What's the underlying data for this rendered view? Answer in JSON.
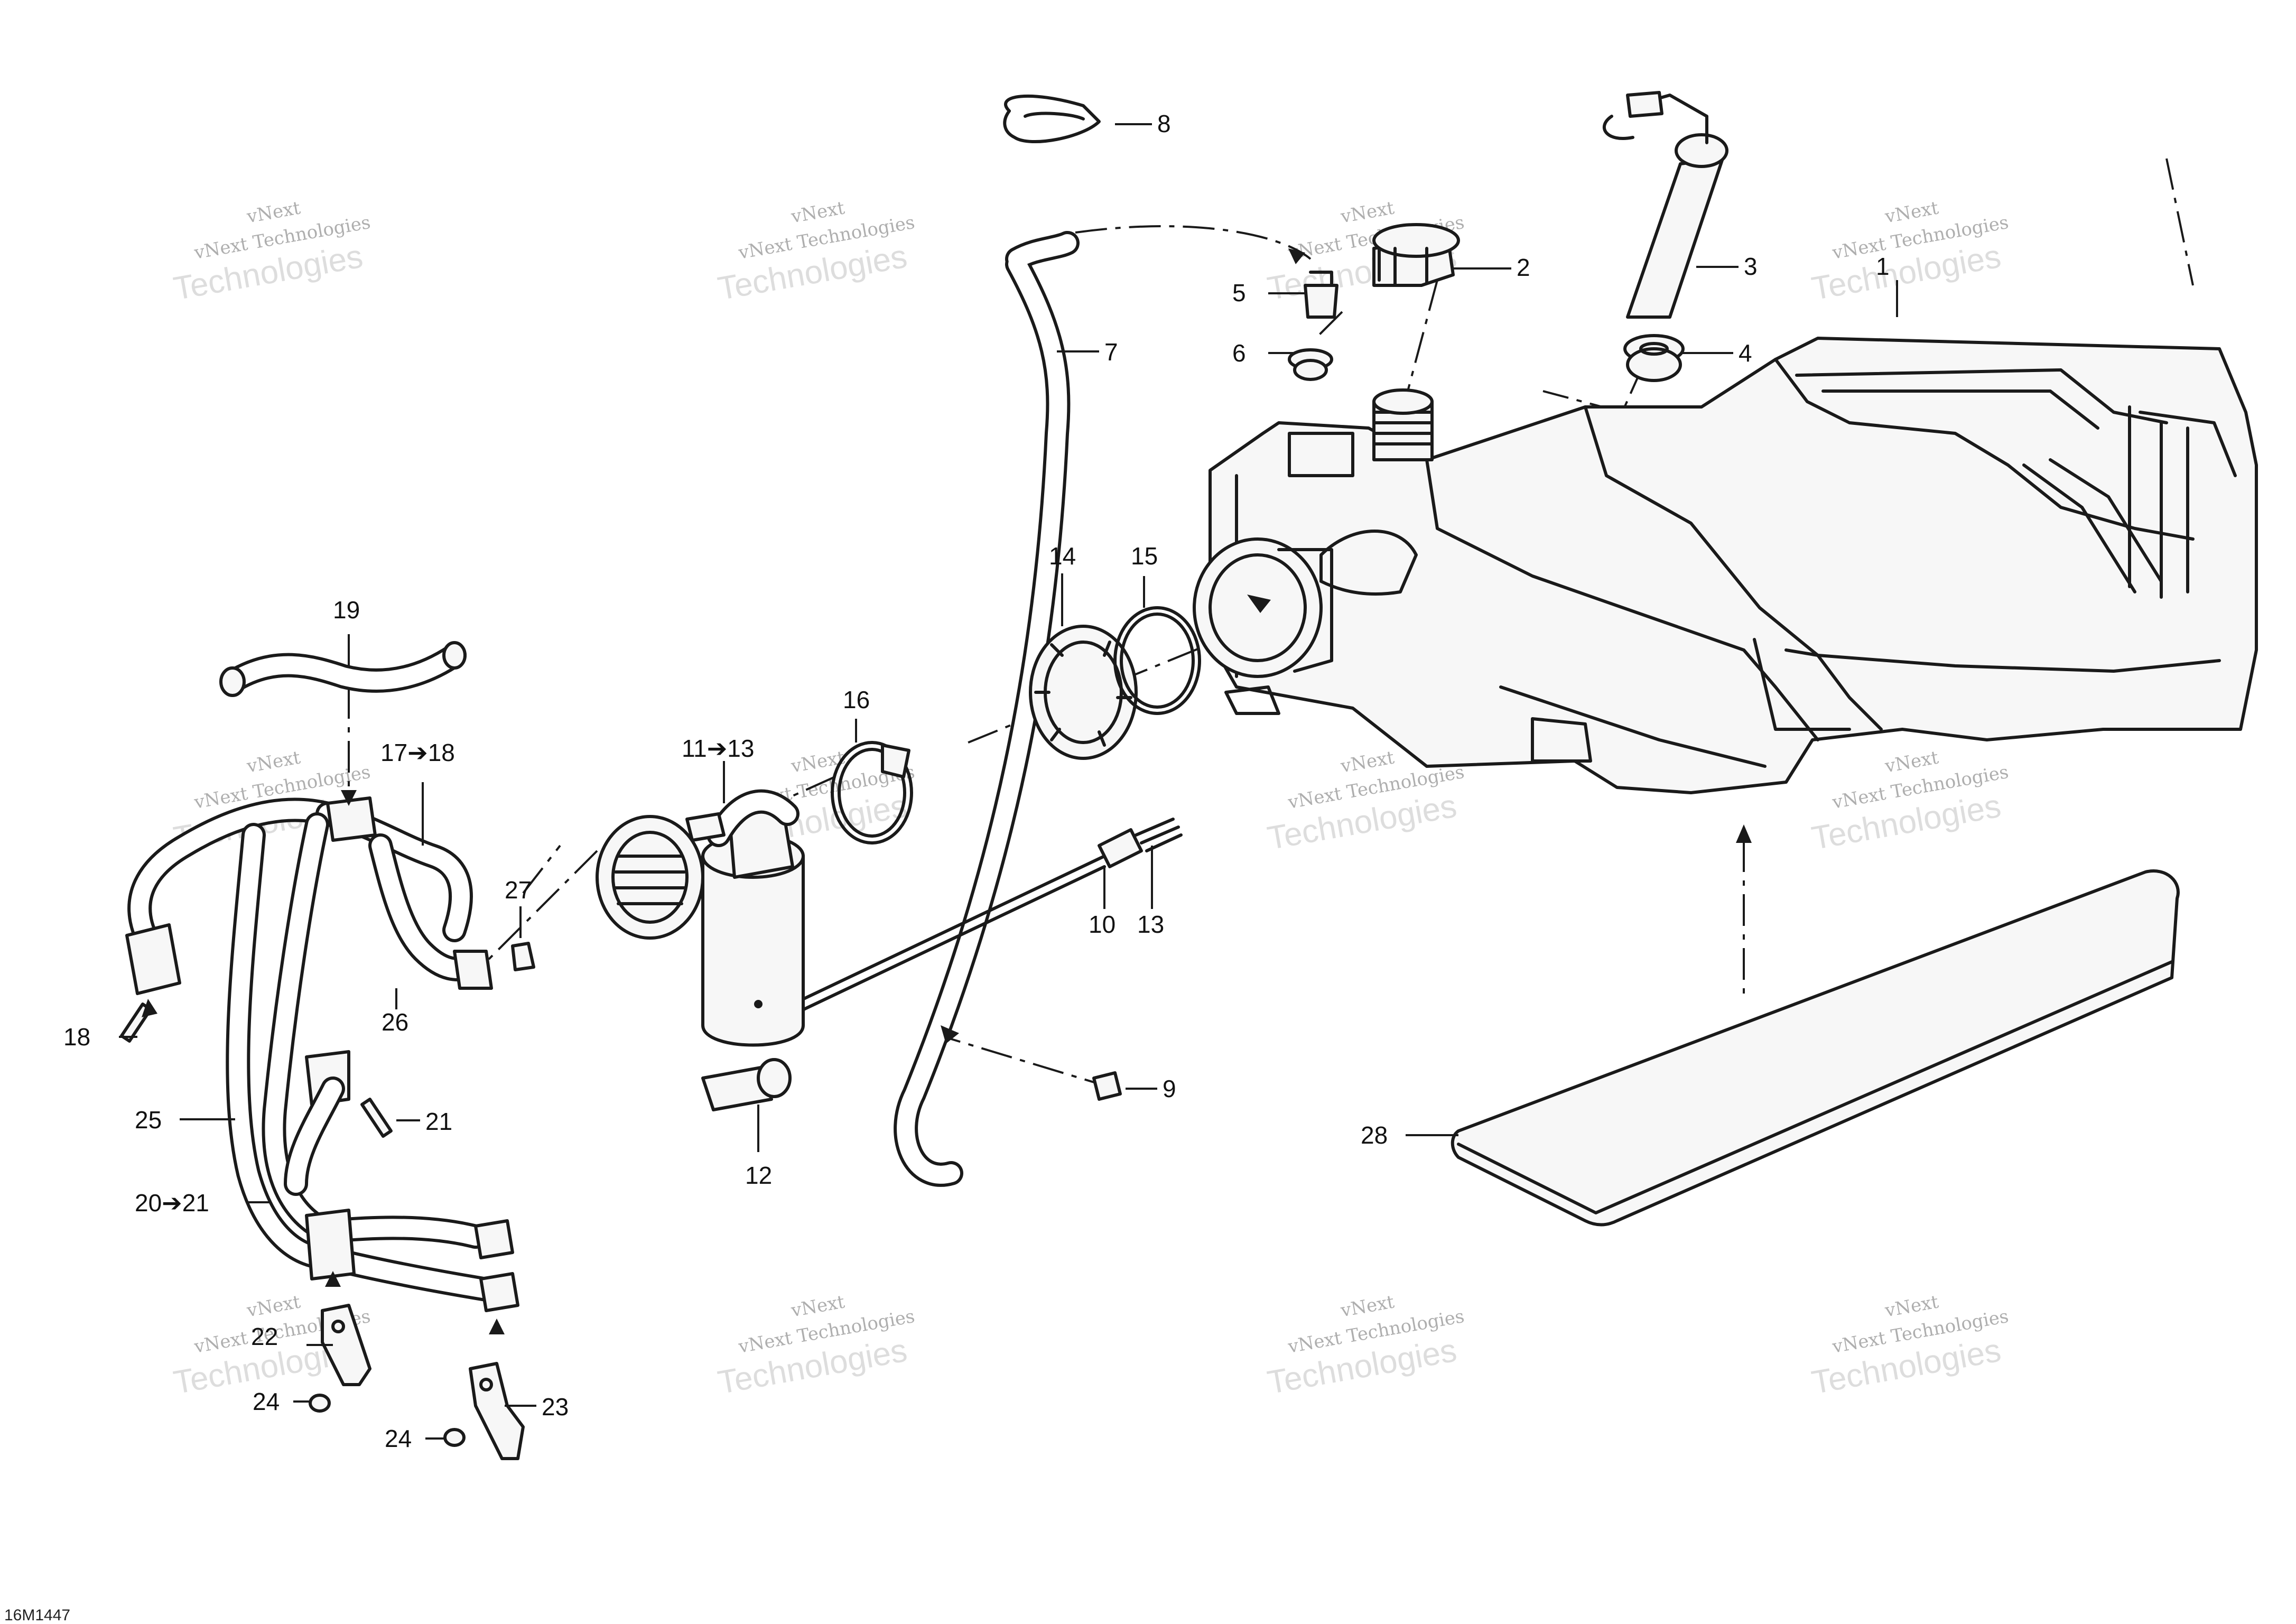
{
  "figure_ref": "16M1447",
  "watermark": {
    "line1": "vNext Technologies",
    "line2": "Technologies",
    "line3": "vNext"
  },
  "callouts": {
    "c1": "1",
    "c2": "2",
    "c3": "3",
    "c4": "4",
    "c5": "5",
    "c6": "6",
    "c7": "7",
    "c8": "8",
    "c9": "9",
    "c10": "10",
    "c11_13": "11➔13",
    "c12": "12",
    "c13": "13",
    "c14": "14",
    "c15": "15",
    "c16": "16",
    "c17_18": "17➔18",
    "c18": "18",
    "c19": "19",
    "c20_21": "20➔21",
    "c21": "21",
    "c22": "22",
    "c23": "23",
    "c24a": "24",
    "c24b": "24",
    "c25": "25",
    "c26": "26",
    "c27": "27",
    "c28": "28"
  }
}
